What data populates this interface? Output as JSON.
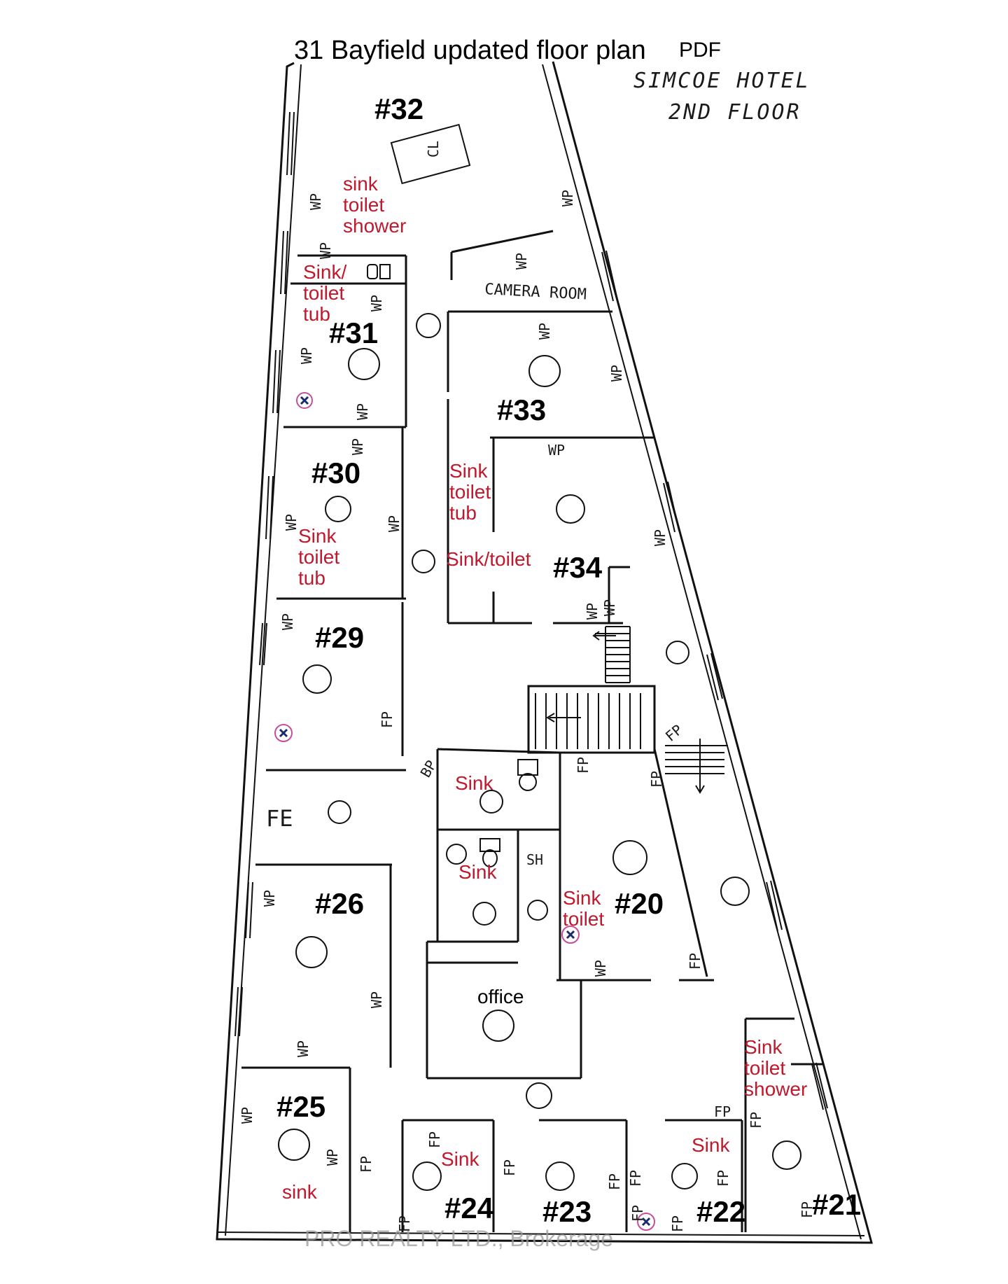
{
  "title": "31 Bayfield updated floor plan",
  "title_suffix": "PDF",
  "handwritten": {
    "line1": "SIMCOE HOTEL",
    "line2": "2ND FLOOR"
  },
  "camera_room": "CAMERA ROOM",
  "fe": "FE",
  "office": "office",
  "watermark": "PRO REALTY LTD., Brokerage",
  "rooms": [
    "#32",
    "#31",
    "#30",
    "#29",
    "#26",
    "#25",
    "#24",
    "#23",
    "#22",
    "#21",
    "#20",
    "#33",
    "#34"
  ],
  "notes": {
    "n32_a": "sink",
    "n32_b": "toilet",
    "n32_c": "shower",
    "n31_a": "Sink/",
    "n31_b": "toilet",
    "n31_c": "tub",
    "n30_a": "Sink",
    "n30_b": "toilet",
    "n30_c": "tub",
    "n33_a": "Sink",
    "n33_b": "toilet",
    "n33_c": "tub",
    "n34": "Sink/toilet",
    "n_bath1": "Sink",
    "n_bath2": "Sink",
    "n20_a": "Sink",
    "n20_b": "toilet",
    "n21_a": "Sink",
    "n21_b": "toilet",
    "n21_c": "shower",
    "n22": "Sink",
    "n24": "Sink",
    "n25": "sink"
  },
  "labels": {
    "cl": "CL",
    "wp": "WP",
    "fp": "FP",
    "sh": "SH",
    "bp": "BP"
  }
}
